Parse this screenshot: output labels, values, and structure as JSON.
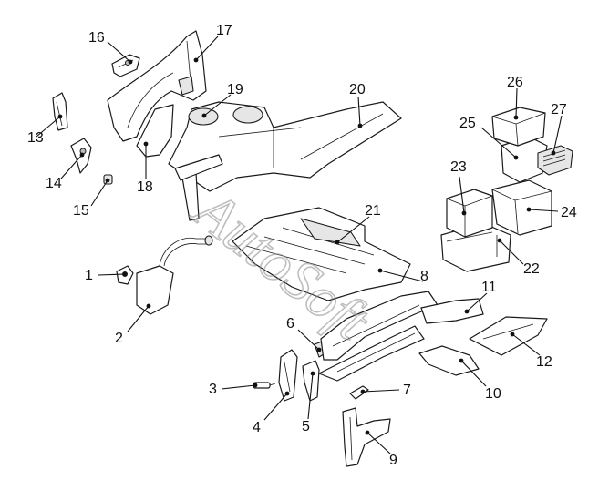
{
  "watermark": {
    "text": "AutoSoft"
  },
  "callouts": [
    {
      "id": "1",
      "label": "1"
    },
    {
      "id": "2",
      "label": "2"
    },
    {
      "id": "3",
      "label": "3"
    },
    {
      "id": "4",
      "label": "4"
    },
    {
      "id": "5",
      "label": "5"
    },
    {
      "id": "6",
      "label": "6"
    },
    {
      "id": "7",
      "label": "7"
    },
    {
      "id": "8",
      "label": "8"
    },
    {
      "id": "9",
      "label": "9"
    },
    {
      "id": "10",
      "label": "10"
    },
    {
      "id": "11",
      "label": "11"
    },
    {
      "id": "12",
      "label": "12"
    },
    {
      "id": "13",
      "label": "13"
    },
    {
      "id": "14",
      "label": "14"
    },
    {
      "id": "15",
      "label": "15"
    },
    {
      "id": "16",
      "label": "16"
    },
    {
      "id": "17",
      "label": "17"
    },
    {
      "id": "18",
      "label": "18"
    },
    {
      "id": "19",
      "label": "19"
    },
    {
      "id": "20",
      "label": "20"
    },
    {
      "id": "21",
      "label": "21"
    },
    {
      "id": "22",
      "label": "22"
    },
    {
      "id": "23",
      "label": "23"
    },
    {
      "id": "24",
      "label": "24"
    },
    {
      "id": "25",
      "label": "25"
    },
    {
      "id": "26",
      "label": "26"
    },
    {
      "id": "27",
      "label": "27"
    }
  ]
}
